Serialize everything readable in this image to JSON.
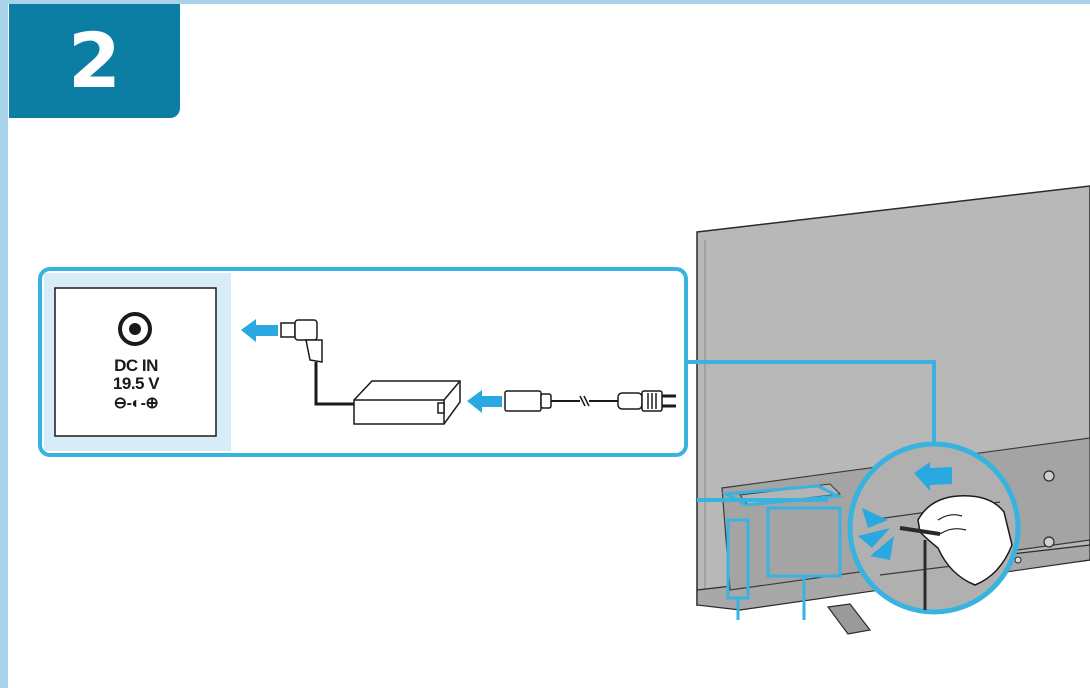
{
  "step": {
    "number": "2"
  },
  "port_panel": {
    "label_line1": "DC IN",
    "label_line2": "19.5 V",
    "polarity_symbol": "⊖-◐-⊕"
  },
  "icons": {
    "arrow": "arrow-left-icon",
    "jack": "dc-jack-icon",
    "adapter": "ac-adapter-icon",
    "plug": "power-plug-icon",
    "hand": "hand-icon"
  },
  "colors": {
    "accent": "#0c7ea4",
    "arrow": "#2aa8e0",
    "frame": "#a9d3e8",
    "callout": "#38b3e0",
    "tv": "#b8b8b8"
  }
}
